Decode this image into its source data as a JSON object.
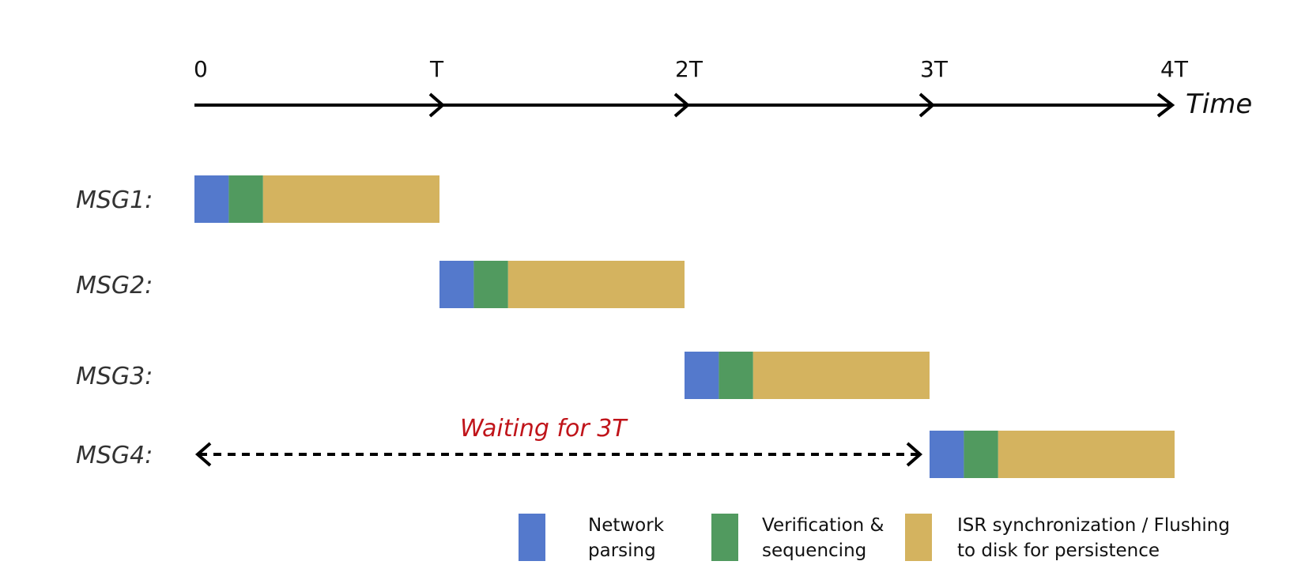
{
  "timeline": {
    "ticks": [
      "0",
      "T",
      "2T",
      "3T",
      "4T"
    ],
    "axis_title": "Time"
  },
  "phases": [
    {
      "key": "network",
      "color": "#5479cc",
      "fraction": 0.14,
      "legend_lines": [
        "Network",
        "parsing"
      ]
    },
    {
      "key": "verify",
      "color": "#519a5f",
      "fraction": 0.14,
      "legend_lines": [
        "Verification &",
        "sequencing"
      ]
    },
    {
      "key": "isr",
      "color": "#d4b35f",
      "fraction": 0.72,
      "legend_lines": [
        "ISR synchronization / Flushing",
        "to disk for persistence"
      ]
    }
  ],
  "messages": [
    {
      "label": "MSG1:",
      "start": 0
    },
    {
      "label": "MSG2:",
      "start": 1
    },
    {
      "label": "MSG3:",
      "start": 2
    },
    {
      "label": "MSG4:",
      "start": 3
    }
  ],
  "wait": {
    "label": "Waiting for 3T",
    "color": "#c0141a",
    "from": 0,
    "to": 3
  }
}
